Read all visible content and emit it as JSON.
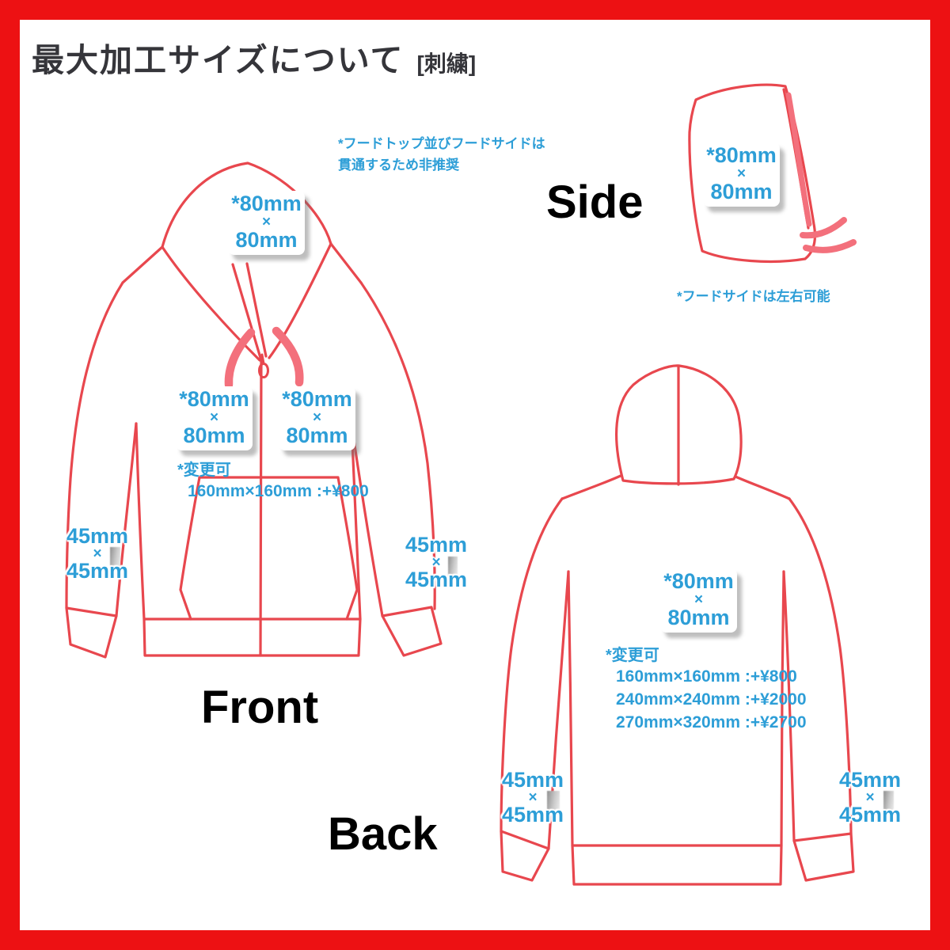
{
  "title": {
    "main": "最大加工サイズについて",
    "tag": "[刺繍]"
  },
  "colors": {
    "frame_border": "#ed1113",
    "garment_line": "#e8474e",
    "drawstring": "#f3707c",
    "accent_blue": "#2d9ed7",
    "title_text": "#35353a",
    "label_text": "#000000"
  },
  "view_labels": {
    "front": "Front",
    "side": "Side",
    "back": "Back"
  },
  "notes": {
    "hood_top_line1": "*フードトップ並びフードサイドは",
    "hood_top_line2": "貫通するため非推奨",
    "hood_side": "*フードサイドは左右可能"
  },
  "badges": {
    "front_hood": {
      "top": "*80mm",
      "mid": "×",
      "bottom": "80mm"
    },
    "front_chest_left": {
      "top": "*80mm",
      "mid": "×",
      "bottom": "80mm"
    },
    "front_chest_right": {
      "top": "*80mm",
      "mid": "×",
      "bottom": "80mm"
    },
    "side_hood": {
      "top": "*80mm",
      "mid": "×",
      "bottom": "80mm"
    },
    "back_center": {
      "top": "*80mm",
      "mid": "×",
      "bottom": "80mm"
    }
  },
  "sleeve_labels": {
    "front_left": {
      "top": "45mm",
      "mid": "×",
      "bottom": "45mm"
    },
    "front_right": {
      "top": "45mm",
      "mid": "×",
      "bottom": "45mm"
    },
    "back_left": {
      "top": "45mm",
      "mid": "×",
      "bottom": "45mm"
    },
    "back_right": {
      "top": "45mm",
      "mid": "×",
      "bottom": "45mm"
    }
  },
  "size_options": {
    "front": {
      "header": "*変更可",
      "lines": [
        "160mm×160mm :+¥800"
      ]
    },
    "back": {
      "header": "*変更可",
      "lines": [
        "160mm×160mm :+¥800",
        "240mm×240mm :+¥2000",
        "270mm×320mm :+¥2700"
      ]
    }
  }
}
